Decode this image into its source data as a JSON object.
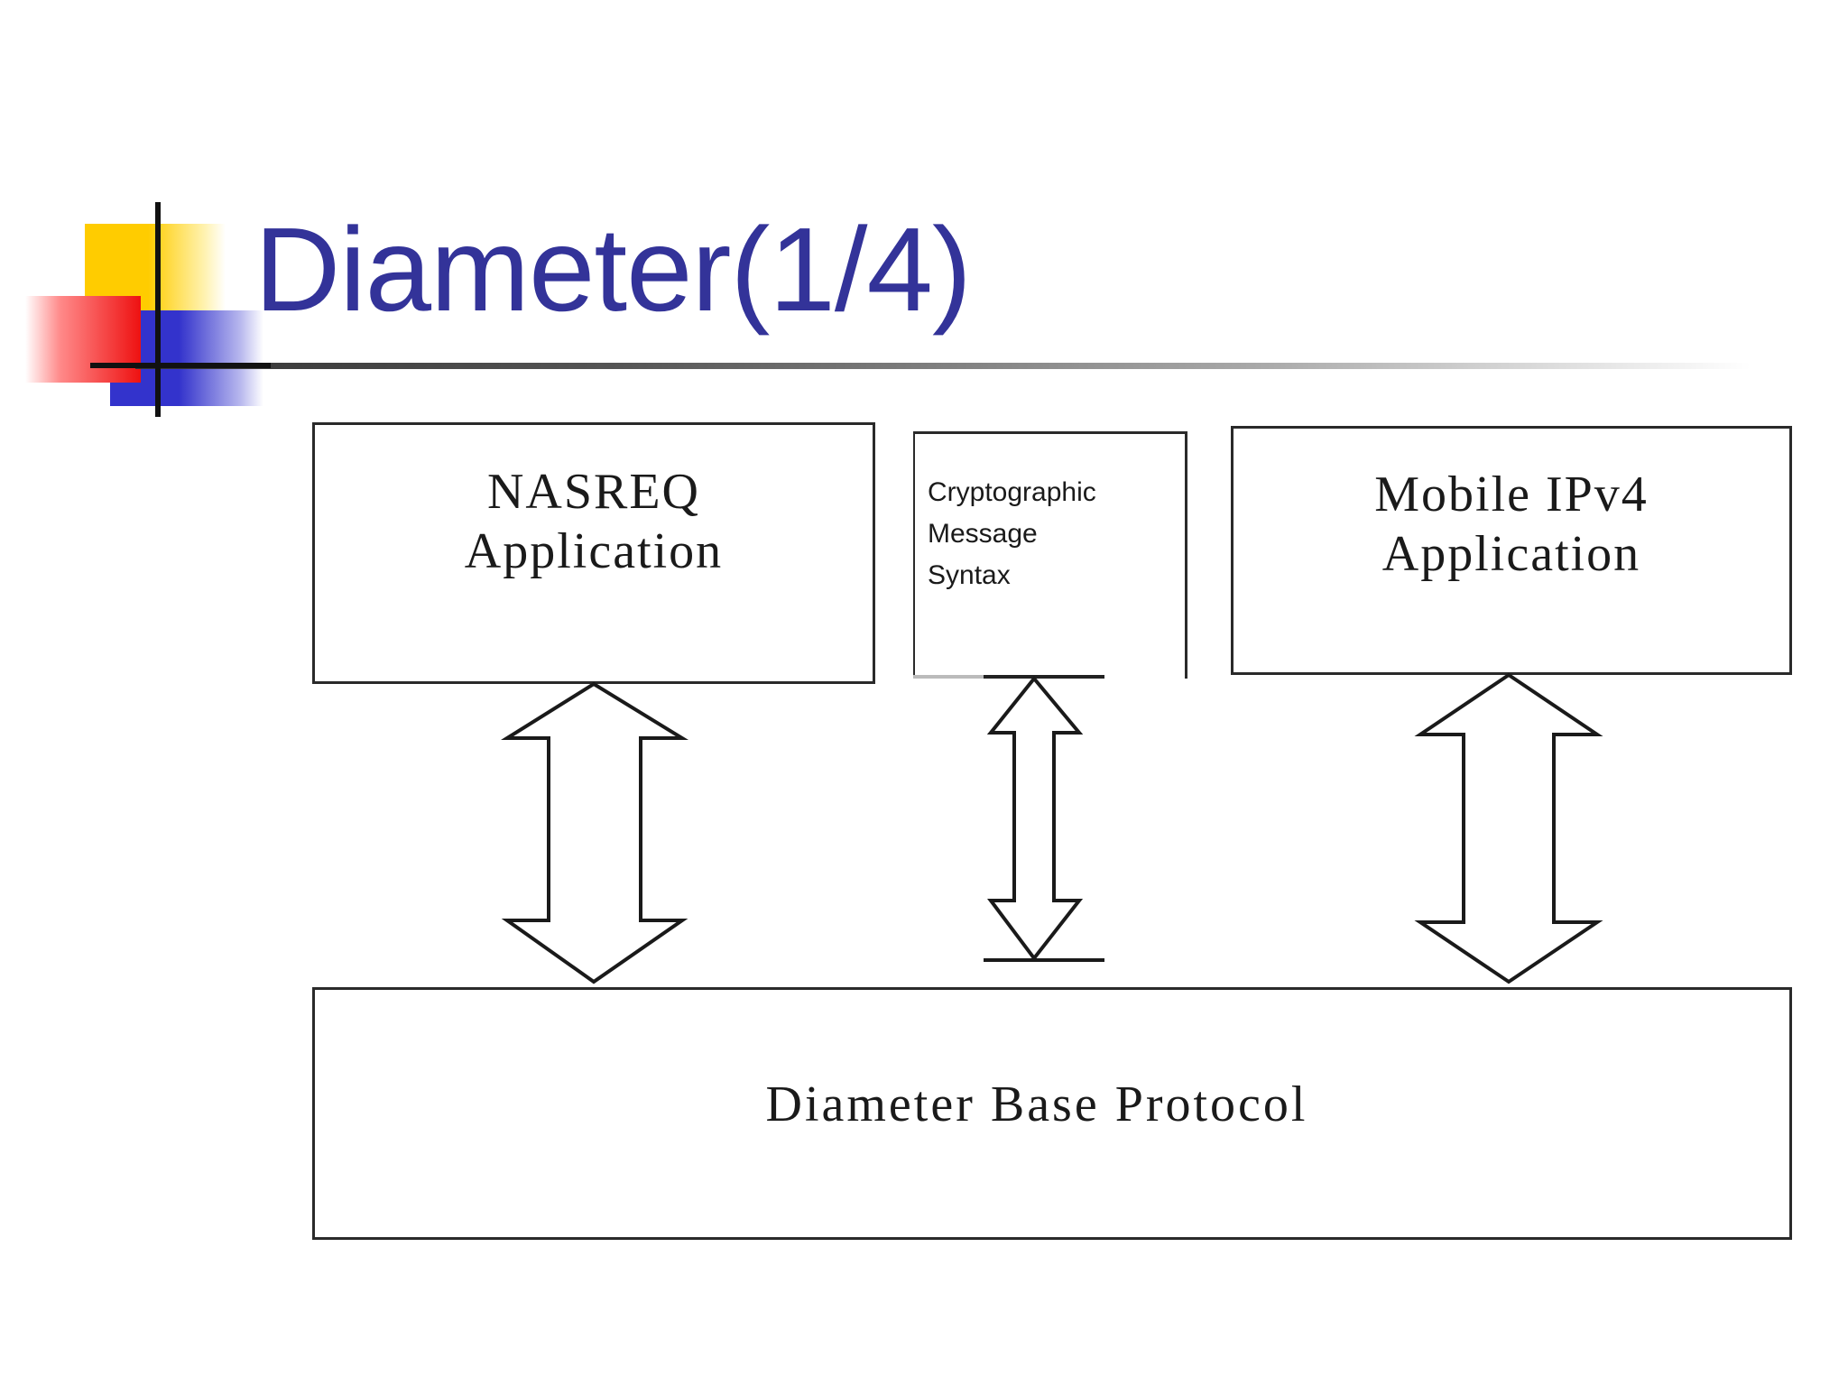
{
  "slide": {
    "title": "Diameter(1/4)"
  },
  "diagram": {
    "nasreq": "NASREQ\nApplication",
    "cms": "Cryptographic Message\nSyntax",
    "mobile_ipv4": "Mobile IPv4\nApplication",
    "base_protocol": "Diameter Base Protocol"
  },
  "colors": {
    "title": "#333399",
    "logo_yellow": "#ffcc00",
    "logo_red": "#ee1111",
    "logo_blue": "#3333cc"
  }
}
